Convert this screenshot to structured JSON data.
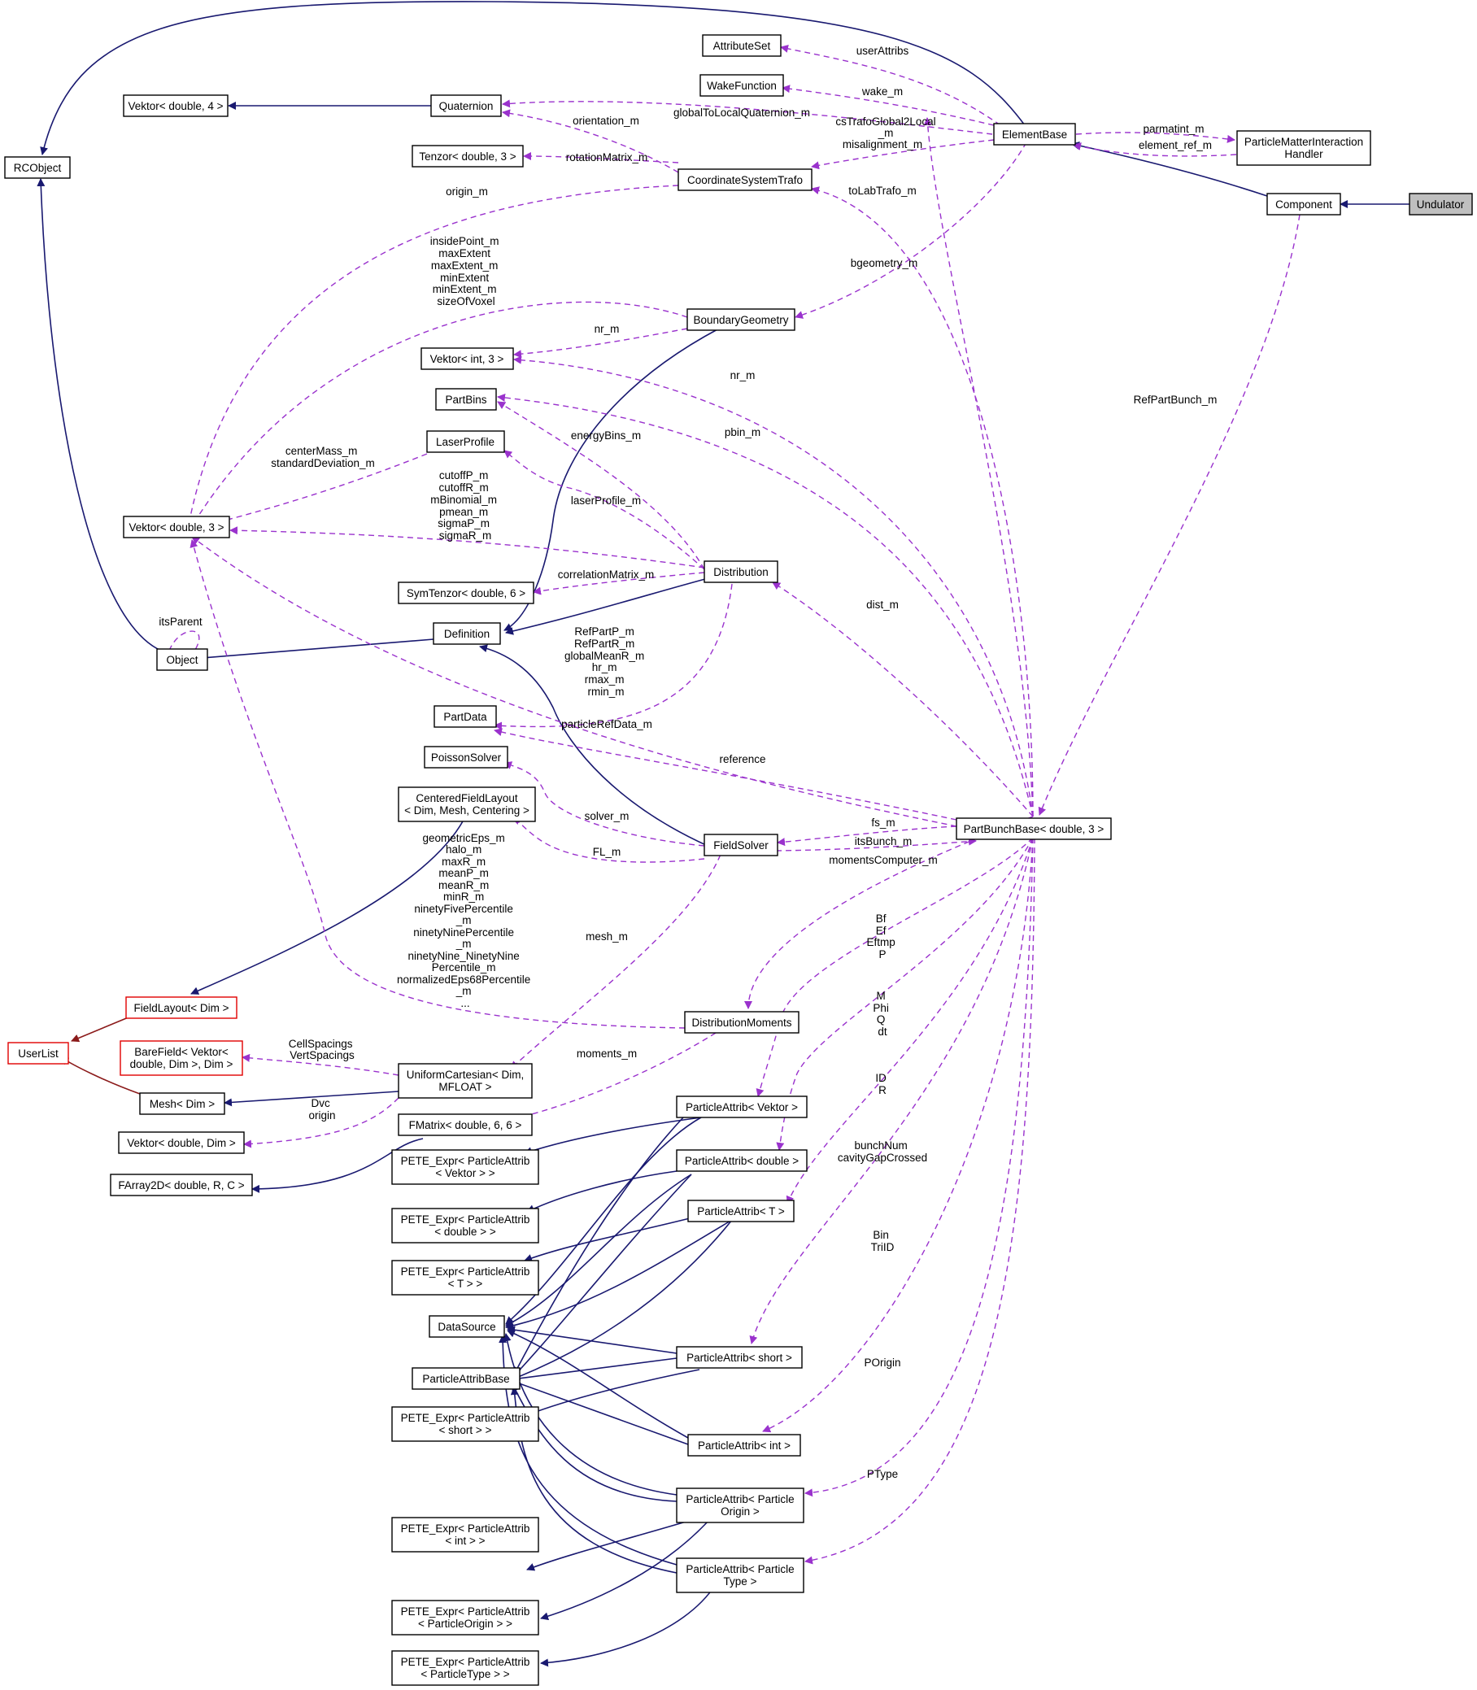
{
  "nodes": {
    "undulator": [
      "Undulator"
    ],
    "component": [
      "Component"
    ],
    "elementbase": [
      "ElementBase"
    ],
    "pmih": [
      "ParticleMatterInteraction",
      "Handler"
    ],
    "attributeset": [
      "AttributeSet"
    ],
    "wakefunction": [
      "WakeFunction"
    ],
    "quaternion": [
      "Quaternion"
    ],
    "vektor_d4": [
      "Vektor< double, 4 >"
    ],
    "tenzor": [
      "Tenzor< double, 3 >"
    ],
    "cst": [
      "CoordinateSystemTrafo"
    ],
    "rcobject": [
      "RCObject"
    ],
    "boundarygeometry": [
      "BoundaryGeometry"
    ],
    "vektor_i3": [
      "Vektor< int, 3 >"
    ],
    "partbins": [
      "PartBins"
    ],
    "laserprofile": [
      "LaserProfile"
    ],
    "vektor_d3": [
      "Vektor< double, 3 >"
    ],
    "distribution": [
      "Distribution"
    ],
    "symtenzor": [
      "SymTenzor< double, 6 >"
    ],
    "definition": [
      "Definition"
    ],
    "object": [
      "Object"
    ],
    "partdata": [
      "PartData"
    ],
    "poissonsolver": [
      "PoissonSolver"
    ],
    "cfl": [
      "CenteredFieldLayout",
      "< Dim, Mesh, Centering >"
    ],
    "fieldsolver": [
      "FieldSolver"
    ],
    "partbunchbase": [
      "PartBunchBase< double, 3 >"
    ],
    "fieldlayout": [
      "FieldLayout< Dim >"
    ],
    "userlist": [
      "UserList"
    ],
    "barefield": [
      "BareField< Vektor<",
      "double, Dim >, Dim >"
    ],
    "uniformcartesian": [
      "UniformCartesian< Dim,",
      "MFLOAT >"
    ],
    "mesh": [
      "Mesh< Dim >"
    ],
    "distmoments": [
      "DistributionMoments"
    ],
    "vektor_dim": [
      "Vektor< double, Dim >"
    ],
    "fmatrix": [
      "FMatrix< double, 6, 6 >"
    ],
    "farray2d": [
      "FArray2D< double, R, C >"
    ],
    "pa_vektor": [
      "ParticleAttrib< Vektor >"
    ],
    "pete_vektor": [
      "PETE_Expr< ParticleAttrib",
      "< Vektor > >"
    ],
    "pa_double": [
      "ParticleAttrib< double >"
    ],
    "pete_double": [
      "PETE_Expr< ParticleAttrib",
      "< double > >"
    ],
    "pa_t": [
      "ParticleAttrib< T >"
    ],
    "pete_t": [
      "PETE_Expr< ParticleAttrib",
      "< T > >"
    ],
    "datasource": [
      "DataSource"
    ],
    "pa_short": [
      "ParticleAttrib< short >"
    ],
    "pab": [
      "ParticleAttribBase"
    ],
    "pete_short": [
      "PETE_Expr< ParticleAttrib",
      "< short > >"
    ],
    "pa_int": [
      "ParticleAttrib< int >"
    ],
    "pa_origin": [
      "ParticleAttrib< Particle",
      "Origin >"
    ],
    "pete_int": [
      "PETE_Expr< ParticleAttrib",
      "< int > >"
    ],
    "pa_type": [
      "ParticleAttrib< Particle",
      "Type >"
    ],
    "pete_origin": [
      "PETE_Expr< ParticleAttrib",
      "< ParticleOrigin > >"
    ],
    "pete_type": [
      "PETE_Expr< ParticleAttrib",
      "< ParticleType > >"
    ]
  },
  "edge_labels": {
    "userAttribs": [
      "userAttribs"
    ],
    "wake": [
      "wake_m"
    ],
    "globalToLocal": [
      "globalToLocalQuaternion_m"
    ],
    "orientation": [
      "orientation_m"
    ],
    "csTrafo": [
      "csTrafoGlobal2Local",
      "_m"
    ],
    "misalignment": [
      "misalignment_m"
    ],
    "parmatint": [
      "parmatint_m"
    ],
    "elementref": [
      "element_ref_m"
    ],
    "rotationMatrix": [
      "rotationMatrix_m"
    ],
    "toLabTrafo": [
      "toLabTrafo_m"
    ],
    "origin": [
      "origin_m"
    ],
    "insidePoint": [
      "insidePoint_m",
      "maxExtent",
      "maxExtent_m",
      "minExtent",
      "minExtent_m",
      "sizeOfVoxel"
    ],
    "bgeometry": [
      "bgeometry_m"
    ],
    "nr_bg": [
      "nr_m"
    ],
    "nr_pbb": [
      "nr_m"
    ],
    "refPartBunch": [
      "RefPartBunch_m"
    ],
    "pbin": [
      "pbin_m"
    ],
    "energyBins": [
      "energyBins_m"
    ],
    "centerMass": [
      "centerMass_m",
      "standardDeviation_m"
    ],
    "cutoff": [
      "cutoffP_m",
      "cutoffR_m",
      "mBinomial_m",
      "pmean_m",
      "sigmaP_m",
      "sigmaR_m"
    ],
    "laserProfile": [
      "laserProfile_m"
    ],
    "correlationMatrix": [
      "correlationMatrix_m"
    ],
    "dist": [
      "dist_m"
    ],
    "itsParent": [
      "itsParent"
    ],
    "refPart": [
      "RefPartP_m",
      "RefPartR_m",
      "globalMeanR_m",
      "hr_m",
      "rmax_m",
      "rmin_m"
    ],
    "particleRefData": [
      "particleRefData_m"
    ],
    "reference": [
      "reference"
    ],
    "solver": [
      "solver_m"
    ],
    "fs": [
      "fs_m"
    ],
    "itsBunch": [
      "itsBunch_m"
    ],
    "FL": [
      "FL_m"
    ],
    "momentsComputer": [
      "momentsComputer_m"
    ],
    "geometricEps": [
      "geometricEps_m",
      "halo_m",
      "maxR_m",
      "meanP_m",
      "meanR_m",
      "minR_m",
      "ninetyFivePercentile",
      "_m",
      "ninetyNinePercentile",
      "_m",
      "ninetyNine_NinetyNine",
      "Percentile_m",
      "normalizedEps68Percentile",
      "_m",
      "..."
    ],
    "mesh": [
      "mesh_m"
    ],
    "bf": [
      "Bf",
      "Ef",
      "Eftmp",
      "P"
    ],
    "mphi": [
      "M",
      "Phi",
      "Q",
      "dt"
    ],
    "cellSpacings": [
      "CellSpacings",
      "VertSpacings"
    ],
    "moments": [
      "moments_m"
    ],
    "idr": [
      "ID",
      "R"
    ],
    "dvc": [
      "Dvc",
      "origin"
    ],
    "bunchNum": [
      "bunchNum",
      "cavityGapCrossed"
    ],
    "bin": [
      "Bin",
      "TriID"
    ],
    "porigin": [
      "POrigin"
    ],
    "ptype": [
      "PType"
    ]
  },
  "colors": {
    "inheritance": "#191970",
    "usage": "#9a32cd",
    "template": "#8b1a1a",
    "highlight_fill": "#bfbfbf",
    "template_border": "#e00000"
  }
}
